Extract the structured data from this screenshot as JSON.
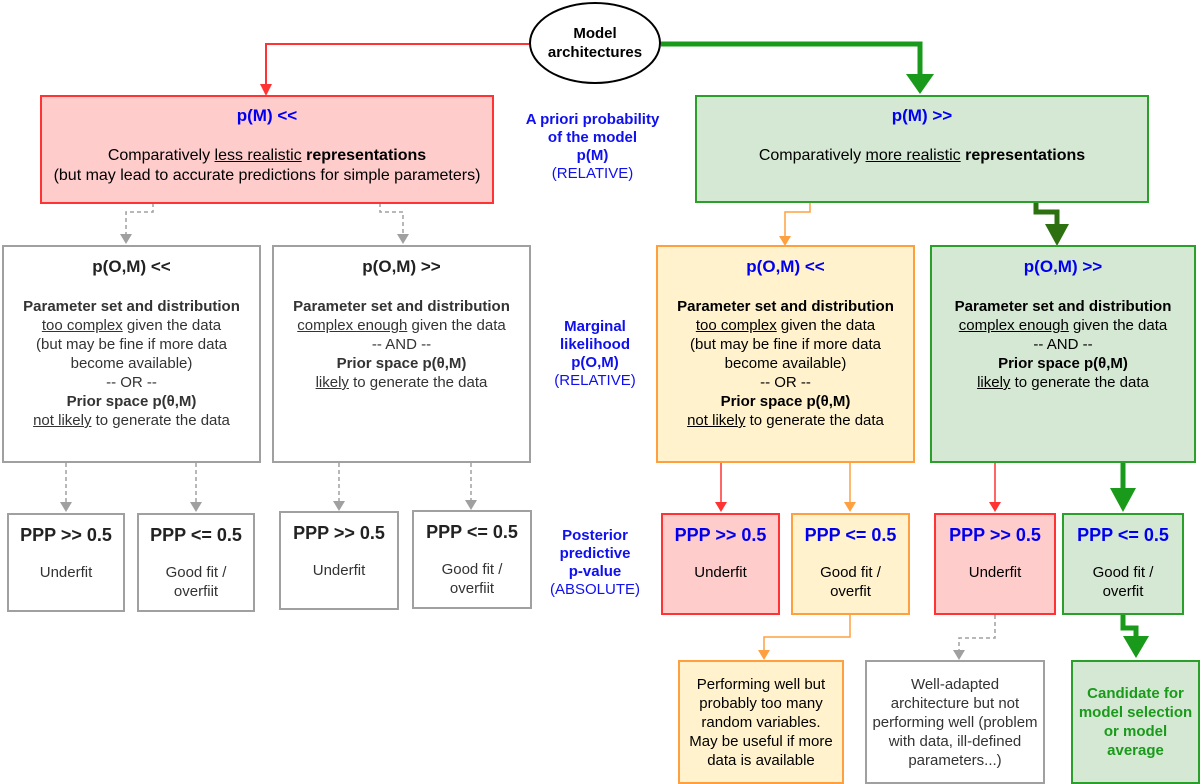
{
  "root": {
    "label_line1": "Model",
    "label_line2": "architectures"
  },
  "side_labels": {
    "prior": {
      "line1": "A priori probability",
      "line2": "of the model",
      "line3": "p(M)",
      "line4": "(RELATIVE)"
    },
    "marginal": {
      "line1": "Marginal",
      "line2": "likelihood",
      "line3": "p(O,M)",
      "line4": "(RELATIVE)"
    },
    "posterior": {
      "line1": "Posterior",
      "line2": "predictive",
      "line3": "p-value",
      "line4": "(ABSOLUTE)"
    }
  },
  "level1": {
    "low": {
      "title": "p(M) <<",
      "pre": "Comparatively ",
      "underlined": "less realistic",
      "bold": " representations",
      "line2": "(but may lead to accurate predictions for simple parameters)"
    },
    "high": {
      "title": "p(M) >>",
      "pre": "Comparatively ",
      "underlined": "more realistic",
      "bold": " representations"
    }
  },
  "level2": {
    "low_text": {
      "title": "p(O,M) <<",
      "heading": "Parameter set and distribution",
      "l1_u": "too complex",
      "l1_rest": " given the data",
      "l2": "(but may be fine if more data",
      "l3": "become available)",
      "sep": "-- OR --",
      "prior": "Prior space p(θ,M)",
      "l4_u": "not likely",
      "l4_rest": " to generate the data"
    },
    "high_text": {
      "title": "p(O,M) >>",
      "heading": "Parameter set and distribution",
      "l1_u": "complex enough",
      "l1_rest": " given the data",
      "sep": "-- AND --",
      "prior": "Prior space p(θ,M)",
      "l2_u": "likely",
      "l2_rest": " to generate the data"
    }
  },
  "level3": {
    "grey": [
      {
        "title": "PPP >> 0.5",
        "line1": "Underfit",
        "line2": ""
      },
      {
        "title": "PPP <= 0.5",
        "line1": "Good fit /",
        "line2": "overfiit"
      },
      {
        "title": "PPP >> 0.5",
        "line1": "Underfit",
        "line2": ""
      },
      {
        "title": "PPP <= 0.5",
        "line1": "Good fit /",
        "line2": "overfiit"
      }
    ],
    "colored": [
      {
        "title": "PPP >> 0.5",
        "line1": "Underfit",
        "line2": ""
      },
      {
        "title": "PPP <= 0.5",
        "line1": "Good fit /",
        "line2": "overfit"
      },
      {
        "title": "PPP >> 0.5",
        "line1": "Underfit",
        "line2": ""
      },
      {
        "title": "PPP <= 0.5",
        "line1": "Good fit /",
        "line2": "overfit"
      }
    ]
  },
  "outcomes": {
    "orange": [
      "Performing well but",
      "probably too many",
      "random variables.",
      "May be useful if more",
      "data is available"
    ],
    "grey": [
      "Well-adapted",
      "architecture but not",
      "performing well (problem",
      "with data, ill-defined",
      "parameters...)"
    ],
    "green": [
      "Candidate for",
      "model selection",
      "or model",
      "average"
    ]
  },
  "colors": {
    "red": "#ff3333",
    "red_fill": "#ffcccc",
    "green": "#2aa02a",
    "green_fill": "#d5e8d4",
    "dark_green": "#2d7010",
    "bright_green": "#1a9a1a",
    "orange": "#ffa040",
    "orange_fill": "#fff2cc",
    "grey": "#a0a0a0",
    "label_blue": "#0000ee"
  }
}
